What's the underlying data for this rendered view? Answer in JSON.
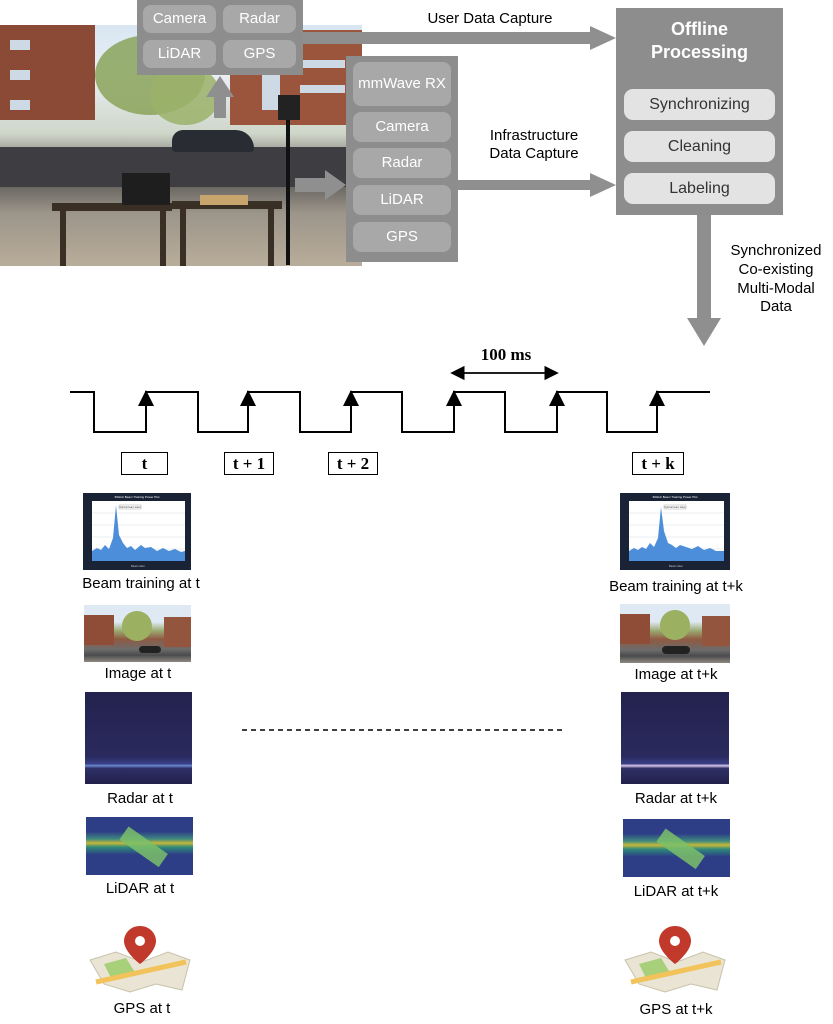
{
  "user_sensors": [
    "Camera",
    "Radar",
    "LiDAR",
    "GPS"
  ],
  "infra_sensors": [
    "mmWave RX",
    "Camera",
    "Radar",
    "LiDAR",
    "GPS"
  ],
  "labels": {
    "user_capture": "User Data Capture",
    "infra_capture": "Infrastructure\nData Capture",
    "sync_output": "Synchronized\nCo-existing\nMulti-Modal\nData",
    "interval": "100 ms"
  },
  "processing": {
    "title": "Offline\nProcessing",
    "steps": [
      "Synchronizing",
      "Cleaning",
      "Labeling"
    ]
  },
  "time_labels": [
    "t",
    "t + 1",
    "t + 2",
    "t + k"
  ],
  "left_captions": [
    "Beam training at t",
    "Image at t",
    "Radar at t",
    "LiDAR at t",
    "GPS at t"
  ],
  "right_captions": [
    "Beam training at t+k",
    "Image at t+k",
    "Radar at t+k",
    "LiDAR at t+k",
    "GPS at t+k"
  ],
  "beam_plot": {
    "title": "60GHz Beam Training Power Plot",
    "legend": "Optimal beam index",
    "xlabel": "Beam index"
  },
  "colors": {
    "box_grey": "#8d8d8d",
    "chip_grey": "#a8a8a8",
    "proc_chip": "#e3e3e3",
    "arrow_grey": "#8f8f8f"
  }
}
